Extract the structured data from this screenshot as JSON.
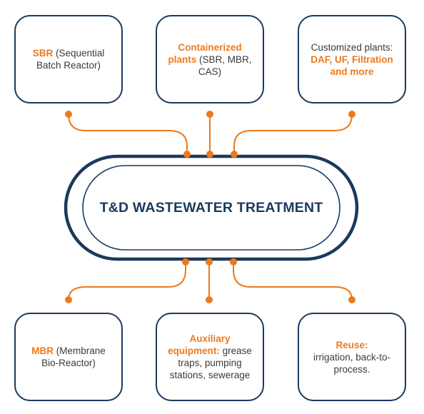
{
  "diagram": {
    "center": {
      "title": "T&D WASTEWATER TREATMENT"
    },
    "boxes": {
      "sbr": {
        "bold": "SBR",
        "rest": " (Sequential Batch Reactor)"
      },
      "containerized": {
        "bold": "Containerized plants",
        "rest": " (SBR, MBR, CAS)"
      },
      "customized": {
        "plain": "Customized plants: ",
        "bold": "DAF, UF, Filtration and more"
      },
      "mbr": {
        "bold": "MBR",
        "rest": " (Membrane Bio-Reactor)"
      },
      "auxiliary": {
        "bold": "Auxiliary equipment:",
        "rest": " grease traps, pumping stations, sewerage"
      },
      "reuse": {
        "bold": "Reuse:",
        "rest": " irrigation, back-to-process."
      }
    },
    "colors": {
      "navy": "#1b3a5c",
      "orange": "#ec7a1c",
      "text": "#3b3b3b"
    }
  }
}
